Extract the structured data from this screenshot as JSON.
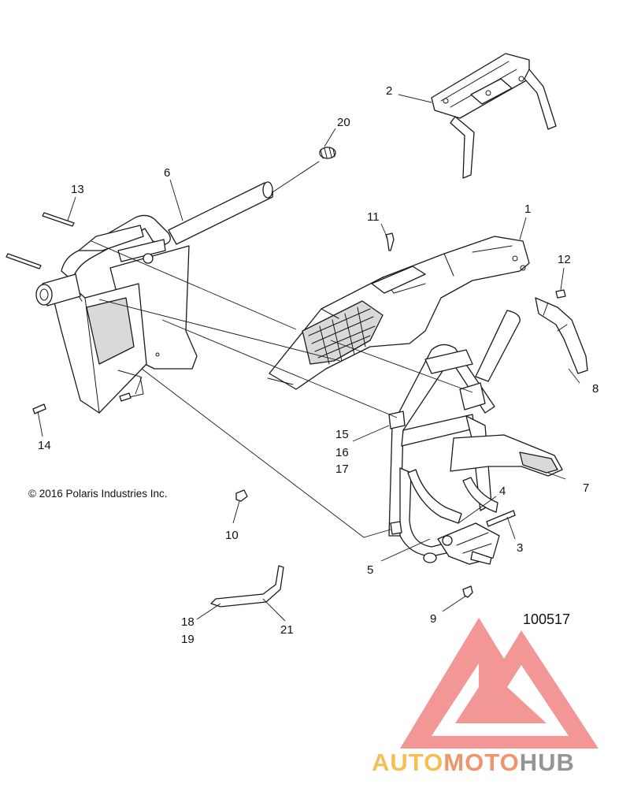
{
  "diagram": {
    "copyright": "© 2016 Polaris Industries Inc.",
    "reference_number": "100517",
    "callouts": {
      "c1": "1",
      "c2": "2",
      "c3": "3",
      "c4": "4",
      "c5": "5",
      "c6": "6",
      "c7": "7",
      "c8": "8",
      "c9": "9",
      "c10": "10",
      "c11": "11",
      "c12": "12",
      "c13": "13",
      "c14": "14",
      "c15": "15",
      "c16": "16",
      "c17": "17",
      "c18": "18",
      "c19": "19",
      "c20": "20",
      "c21": "21"
    }
  },
  "watermark": {
    "part1": "AUTO",
    "part2": "MOTO",
    "part3": "HUB",
    "colors": {
      "logo": "#f28b8b",
      "auto": "#f5b942",
      "moto": "#ef8a5a",
      "hub": "#8a8a8a"
    }
  }
}
